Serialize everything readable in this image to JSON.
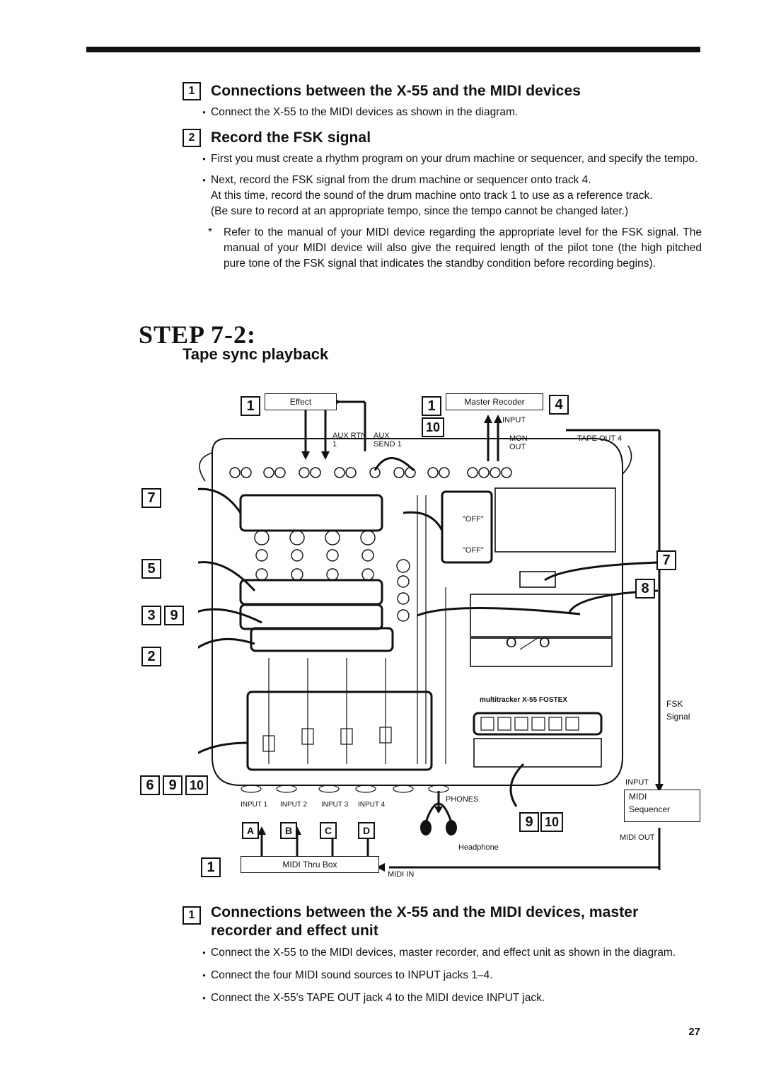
{
  "section1": {
    "num": "1",
    "heading": "Connections between the X-55 and the MIDI devices",
    "bullet": "Connect the X-55 to the MIDI devices as shown in the diagram."
  },
  "section2": {
    "num": "2",
    "heading": "Record the FSK signal",
    "bullet1": "First you must create a rhythm program on your drum machine or sequencer, and specify the tempo.",
    "bullet2_line1": "Next, record the FSK signal from the drum machine or sequencer onto track 4.",
    "bullet2_line2": "At this time, record the sound of the drum machine onto track 1 to use as a reference track.",
    "bullet2_line3": "(Be sure to record at an appropriate tempo, since the tempo cannot be changed later.)",
    "note_mark": "*",
    "note": "Refer to the manual of your MIDI device regarding the appropriate level for the FSK signal. The manual of your MIDI device will also give the required length of the pilot tone (the high pitched pure tone of the FSK signal that indicates the standby condition before recording begins)."
  },
  "step": {
    "title": "STEP 7-2:",
    "subtitle": "Tape sync playback"
  },
  "diagram": {
    "effect": "Effect",
    "master_recorder": "Master Recoder",
    "aux_rtn": "AUX RTN 1",
    "aux_send": "AUX SEND 1",
    "input": "INPUT",
    "mon_out": "MON OUT",
    "tape_out": "TAPE OUT 4",
    "off1": "\"OFF\"",
    "off2": "\"OFF\"",
    "brand": "multitracker X-55 FOSTEX",
    "fsk_signal": "FSK Signal",
    "midi_input": "INPUT",
    "midi": "MIDI",
    "sequencer": "Sequencer",
    "midi_out": "MIDI OUT",
    "phones": "PHONES",
    "headphone": "Headphone",
    "input1": "INPUT 1",
    "input2": "INPUT 2",
    "input3": "INPUT 3",
    "input4": "INPUT 4",
    "ch_a": "A",
    "ch_b": "B",
    "ch_c": "C",
    "ch_d": "D",
    "midi_thru": "MIDI Thru Box",
    "midi_in": "MIDI IN",
    "n1a": "1",
    "n1b": "1",
    "n10a": "10",
    "n4": "4",
    "n7a": "7",
    "n5": "5",
    "n3": "3",
    "n9a": "9",
    "n2": "2",
    "n7b": "7",
    "n8": "8",
    "n6": "6",
    "n9b": "9",
    "n10b": "10",
    "n9c": "9",
    "n10c": "10",
    "n1c": "1"
  },
  "section3": {
    "num": "1",
    "heading_line1": "Connections between the X-55 and the MIDI devices, master",
    "heading_line2": "recorder and effect unit",
    "bullet1": "Connect the X-55 to the MIDI devices, master recorder, and effect unit as shown in the diagram.",
    "bullet2": "Connect the four MIDI sound sources to INPUT jacks 1–4.",
    "bullet3": "Connect the X-55's TAPE OUT jack 4 to the MIDI device INPUT jack."
  },
  "page_number": "27"
}
